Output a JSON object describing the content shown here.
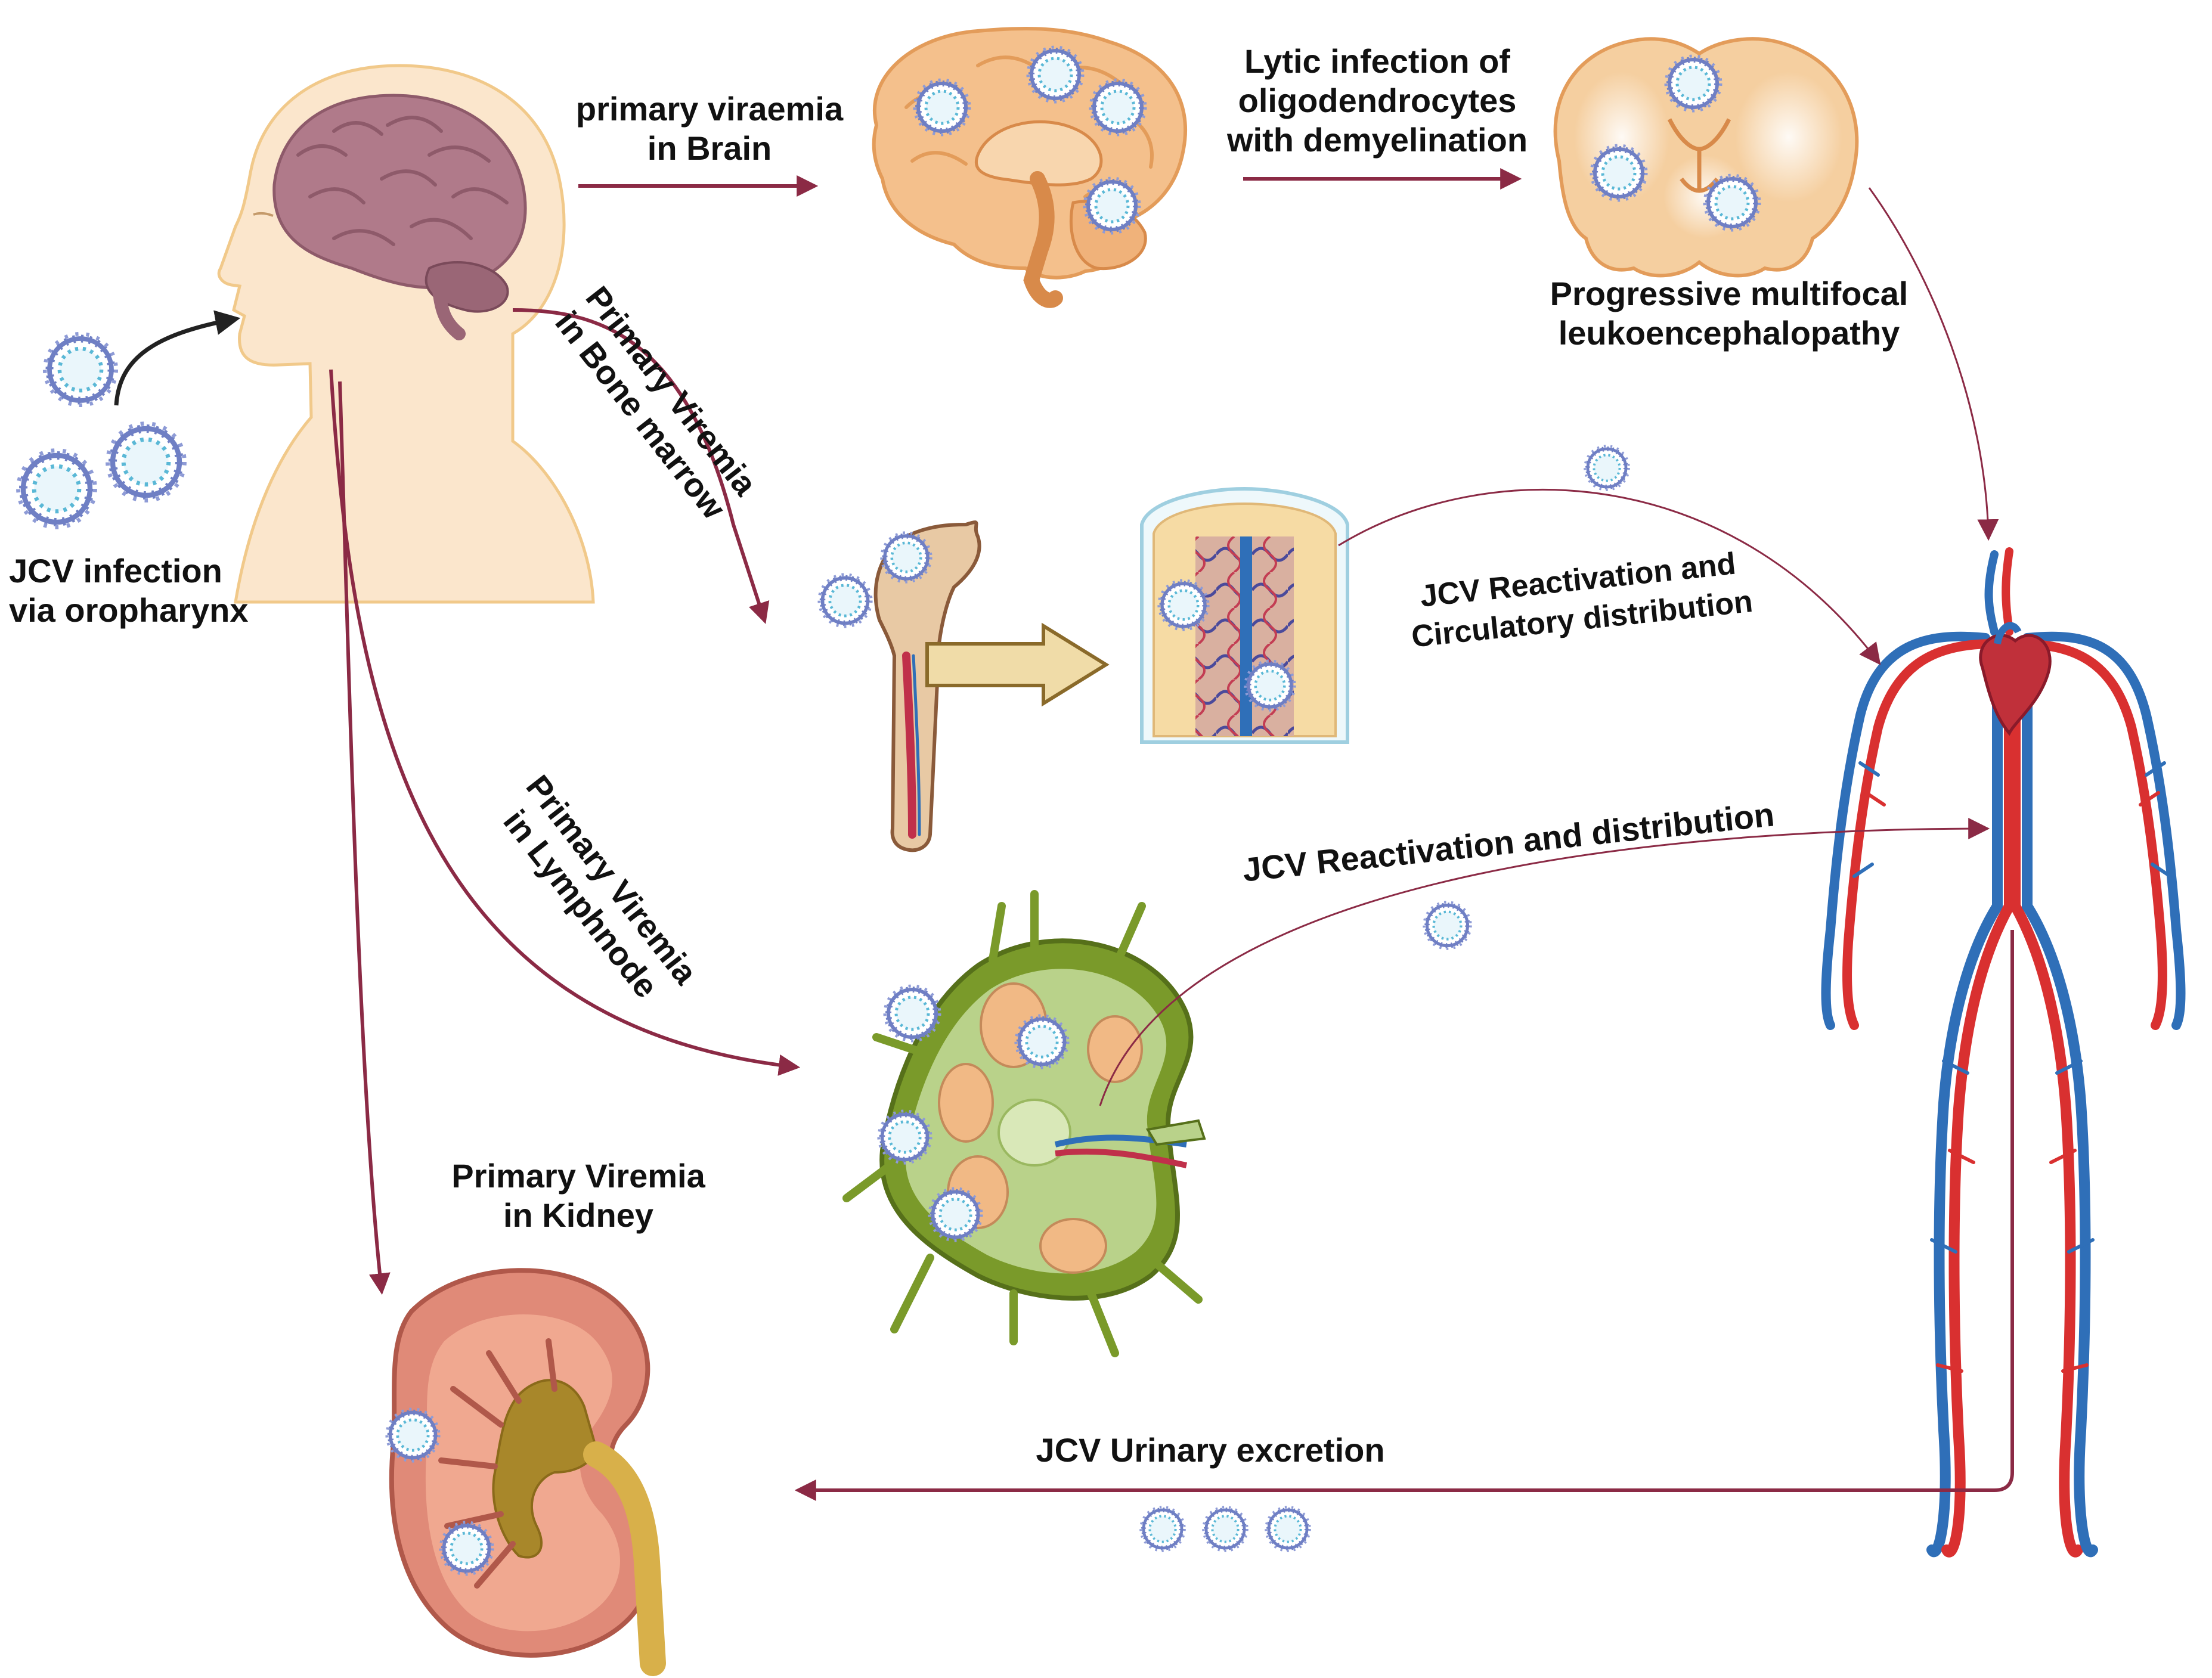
{
  "labels": {
    "jcv_infection": [
      "JCV infection",
      "via oropharynx"
    ],
    "primary_viraemia_brain": [
      "primary viraemia",
      "in Brain"
    ],
    "lytic_infection": [
      "Lytic infection of",
      "oligodendrocytes",
      "with demyelination"
    ],
    "pml": [
      "Progressive multifocal",
      "leukoencephalopathy"
    ],
    "primary_viremia_bone_marrow": [
      "Primary Viremia",
      "in Bone marrow"
    ],
    "reactivation_circulatory": [
      "JCV Reactivation and",
      "Circulatory  distribution"
    ],
    "primary_viremia_lymphnode": [
      "Primary Viremia",
      "in Lymphnode"
    ],
    "reactivation_distribution": [
      "JCV Reactivation and distribution"
    ],
    "primary_viremia_kidney": [
      "Primary Viremia",
      "in Kidney"
    ],
    "urinary_excretion": [
      "JCV Urinary excretion"
    ]
  },
  "icons": [
    "jc-virus-icon",
    "human-head-icon",
    "brain-sagittal-icon",
    "brain-coronal-icon",
    "femur-bone-icon",
    "bone-marrow-section-icon",
    "lymph-node-icon",
    "kidney-icon",
    "circulatory-system-icon"
  ],
  "colors": {
    "arrow": "#8b2a45",
    "arrow_dark": "#222222",
    "virus_outline": "#6f7fc4",
    "virus_inner": "#5ab8d6",
    "artery": "#d93030",
    "vein": "#2f6fb8",
    "brain": "#f4c08c",
    "head_brain": "#b07a8a",
    "skin": "#fbe6cc",
    "kidney": "#e08a78",
    "lymph_node": "#7a9a2a",
    "bone": "#e8c9a4",
    "bone_arrow_fill": "#f0dca8",
    "bone_arrow_stroke": "#8a6a2a"
  }
}
